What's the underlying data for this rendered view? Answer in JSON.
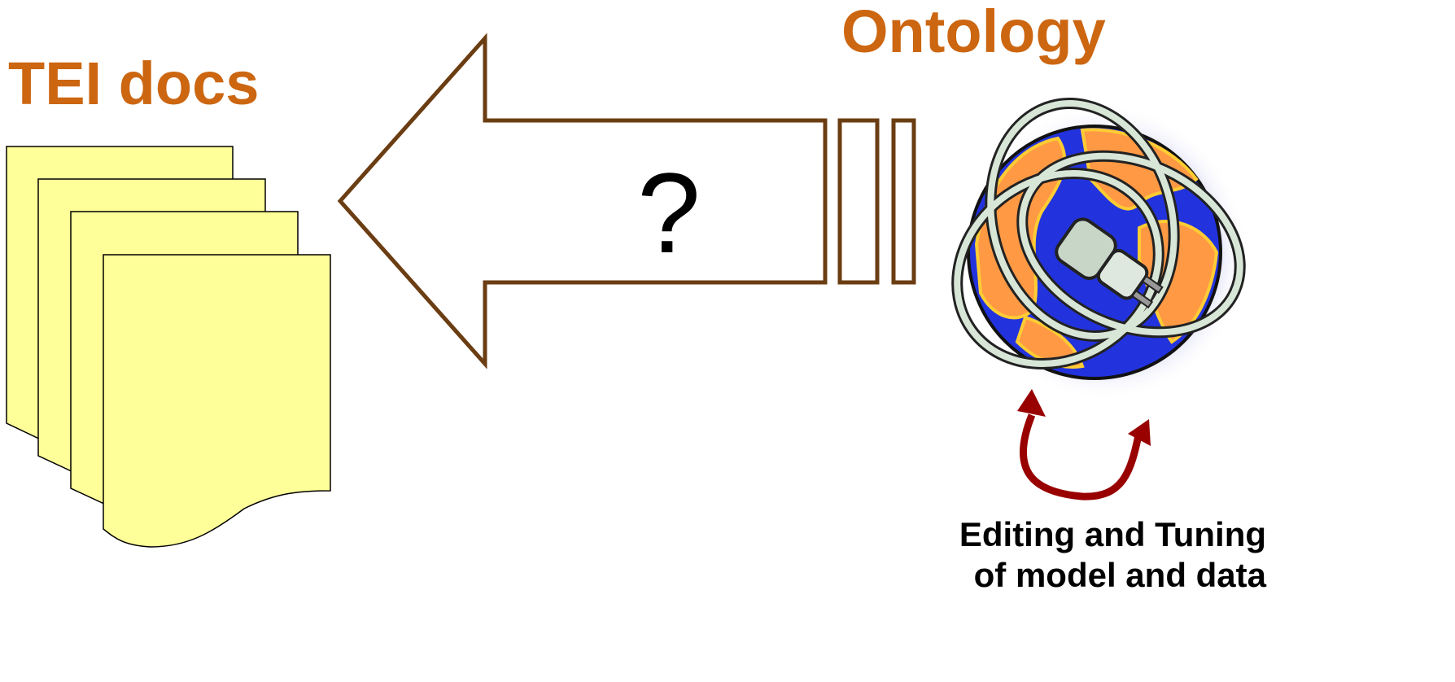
{
  "labels": {
    "tei_docs": "TEI docs",
    "ontology": "Ontology",
    "question": "?",
    "editing_line1": "Editing and Tuning",
    "editing_line2": "of model and data"
  },
  "colors": {
    "title_orange": "#cc6611",
    "arrow_brown": "#6b3d12",
    "doc_fill": "#ffff99",
    "cycle_arrow": "#990000",
    "globe_ocean": "#2233dd",
    "globe_land": "#ff9944",
    "cable": "#d8e6d8"
  },
  "icons": [
    "document-stack-icon",
    "globe-plug-icon",
    "cycle-arrow-icon",
    "left-arrow-icon"
  ]
}
